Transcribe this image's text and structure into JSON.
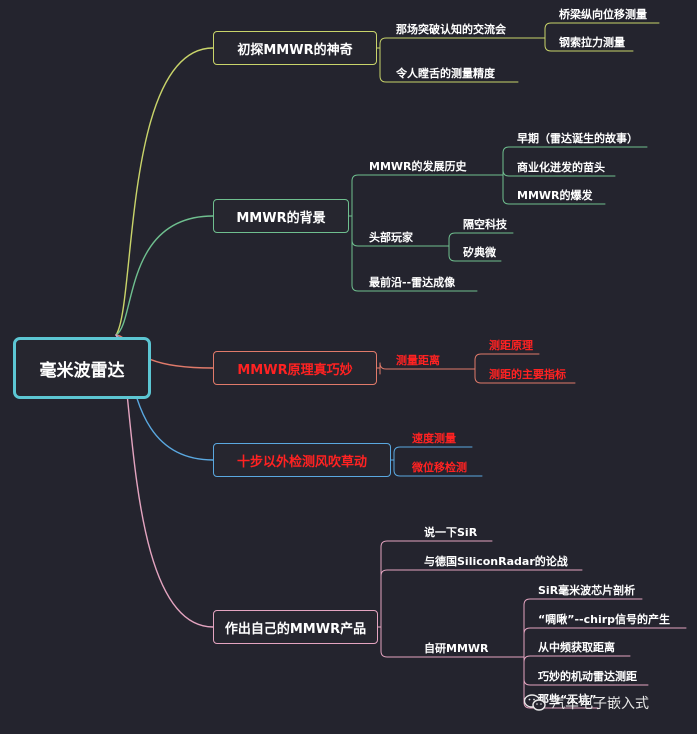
{
  "root": {
    "label": "毫米波雷达"
  },
  "branches": [
    {
      "label": "初探MMWR的神奇",
      "color": "#c9d46a",
      "subs": [
        {
          "label": "那场突破认知的交流会",
          "children": [
            "桥梁纵向位移测量",
            "钢索拉力测量"
          ]
        },
        {
          "label": "令人瞠舌的测量精度",
          "children": []
        }
      ]
    },
    {
      "label": "MMWR的背景",
      "color": "#6fbf8f",
      "subs": [
        {
          "label": "MMWR的发展历史",
          "children": [
            "早期（雷达诞生的故事）",
            "商业化迸发的苗头",
            "MMWR的爆发"
          ]
        },
        {
          "label": "头部玩家",
          "children": [
            "隔空科技",
            "矽典微"
          ]
        },
        {
          "label": "最前沿--雷达成像",
          "children": []
        }
      ]
    },
    {
      "label": "MMWR原理真巧妙",
      "color": "#e07a6a",
      "subs": [
        {
          "label": "测量距离",
          "children": [
            "测距原理",
            "测距的主要指标"
          ]
        }
      ]
    },
    {
      "label": "十步以外检测风吹草动",
      "color": "#5aa8e0",
      "subs": [
        {
          "label": "速度测量",
          "children": []
        },
        {
          "label": "微位移检测",
          "children": []
        }
      ]
    },
    {
      "label": "作出自己的MMWR产品",
      "color": "#e4a4c0",
      "subs": [
        {
          "label": "说一下SiR",
          "children": []
        },
        {
          "label": "与德国SiliconRadar的论战",
          "children": []
        },
        {
          "label": "自研MMWR",
          "children": [
            "SiR毫米波芯片剖析",
            "“啁啾”--chirp信号的产生",
            "从中频获取距离",
            "巧妙的机动雷达测距",
            "那些“天坑”"
          ]
        }
      ]
    }
  ],
  "watermark": {
    "text": "汽车电子嵌入式",
    "icon": "wechat-icon"
  }
}
